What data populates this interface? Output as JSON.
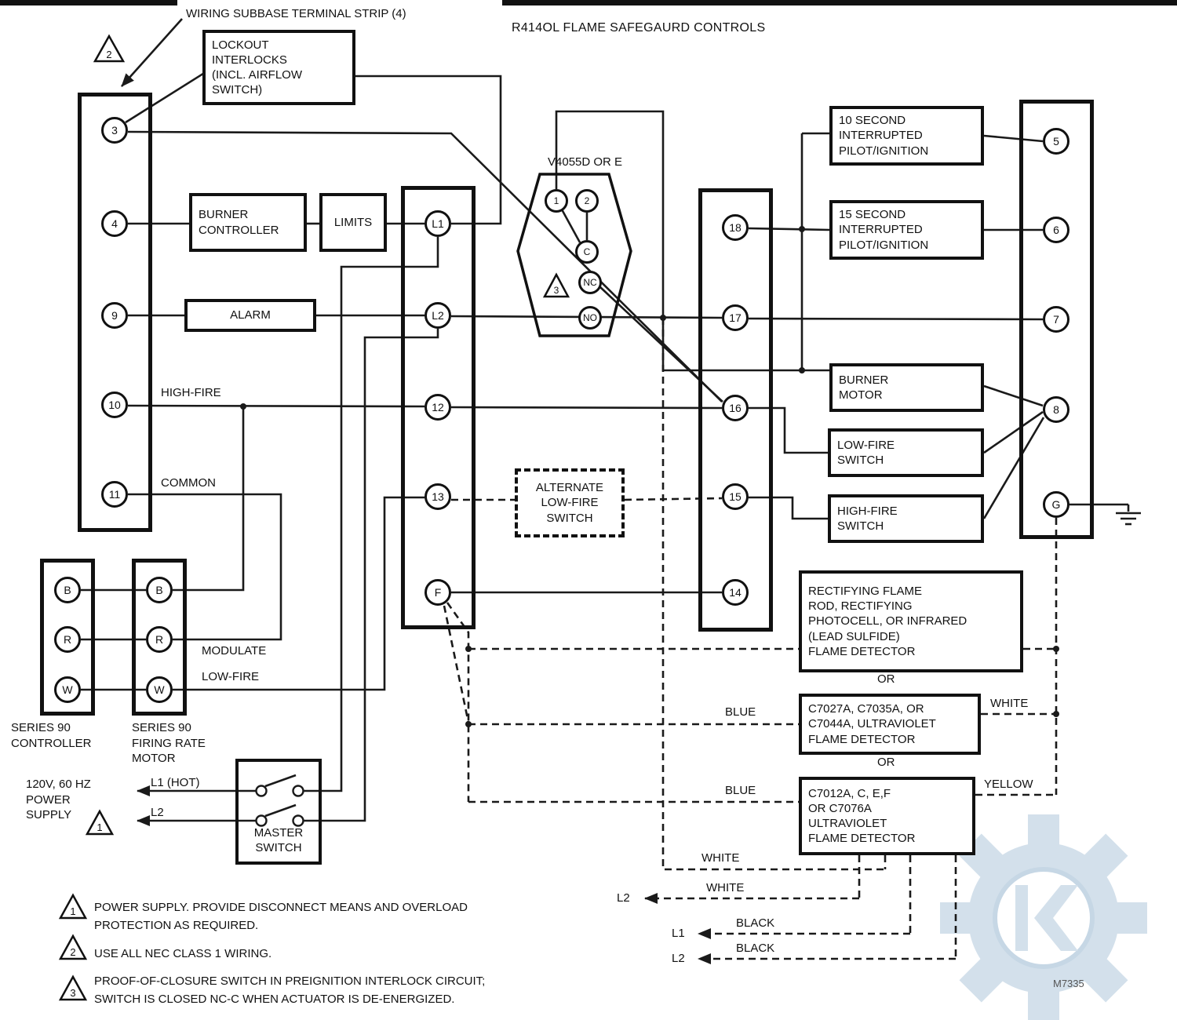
{
  "title": "R414OL FLAME SAFEGAURD CONTROLS",
  "labels": {
    "subbase": "WIRING SUBBASE TERMINAL STRIP (4)",
    "v4055": "V4055D OR E",
    "high_fire": "HIGH-FIRE",
    "common": "COMMON",
    "modulate": "MODULATE",
    "low_fire": "LOW-FIRE",
    "series90_controller": "SERIES 90\nCONTROLLER",
    "series90_motor": "SERIES 90\nFIRING RATE\nMOTOR",
    "power_supply": "120V, 60 HZ\nPOWER\nSUPPLY",
    "l1_hot": "L1 (HOT)",
    "l2_power": "L2",
    "or_1": "OR",
    "or_2": "OR",
    "blue_1": "BLUE",
    "blue_2": "BLUE",
    "white_right": "WHITE",
    "yellow": "YELLOW",
    "white_b1": "WHITE",
    "white_b2": "WHITE",
    "black_1": "BLACK",
    "black_2": "BLACK",
    "l2_b1": "L2",
    "l1_b2": "L1",
    "l2_b3": "L2",
    "doc_number": "M7335"
  },
  "boxes": {
    "lockout": "LOCKOUT\nINTERLOCKS\n(INCL. AIRFLOW\nSWITCH)",
    "burner_controller": "BURNER\nCONTROLLER",
    "limits": "LIMITS",
    "alarm": "ALARM",
    "pilot10": "10 SECOND\nINTERRUPTED\nPILOT/IGNITION",
    "pilot15": "15 SECOND\nINTERRUPTED\nPILOT/IGNITION",
    "burner_motor": "BURNER\nMOTOR",
    "low_fire_switch": "LOW-FIRE\nSWITCH",
    "high_fire_switch": "HIGH-FIRE\nSWITCH",
    "alt_low_fire": "ALTERNATE\nLOW-FIRE\nSWITCH",
    "rectifying": "RECTIFYING FLAME\nROD, RECTIFYING\nPHOTOCELL, OR INFRARED\n(LEAD SULFIDE)\nFLAME DETECTOR",
    "c7027": "C7027A, C7035A, OR\nC7044A, ULTRAVIOLET\nFLAME DETECTOR",
    "c7012": "C7012A, C, E,F\nOR C7076A\nULTRAVIOLET\nFLAME DETECTOR",
    "master_switch": "MASTER\nSWITCH"
  },
  "terminals": {
    "left": [
      "3",
      "4",
      "9",
      "10",
      "11"
    ],
    "middle": [
      "L1",
      "L2",
      "12",
      "13",
      "F"
    ],
    "middle_right": [
      "18",
      "17",
      "16",
      "15",
      "14"
    ],
    "right": [
      "5",
      "6",
      "7",
      "8",
      "G"
    ],
    "v4055": [
      "1",
      "2",
      "C",
      "NC",
      "NO"
    ],
    "series90_controller": [
      "B",
      "R",
      "W"
    ],
    "series90_motor": [
      "B",
      "R",
      "W"
    ]
  },
  "callouts": {
    "t1": "1",
    "t2": "2",
    "t3": "3"
  },
  "notes": [
    {
      "num": "1",
      "text": "POWER SUPPLY. PROVIDE DISCONNECT MEANS AND OVERLOAD\nPROTECTION AS REQUIRED."
    },
    {
      "num": "2",
      "text": "USE ALL NEC CLASS 1 WIRING."
    },
    {
      "num": "3",
      "text": "PROOF-OF-CLOSURE SWITCH IN PREIGNITION INTERLOCK CIRCUIT;\nSWITCH IS CLOSED NC-C WHEN ACTUATOR IS DE-ENERGIZED."
    }
  ],
  "colors": {
    "line": "#1a1a1a",
    "watermark": "#a9c3d8"
  }
}
